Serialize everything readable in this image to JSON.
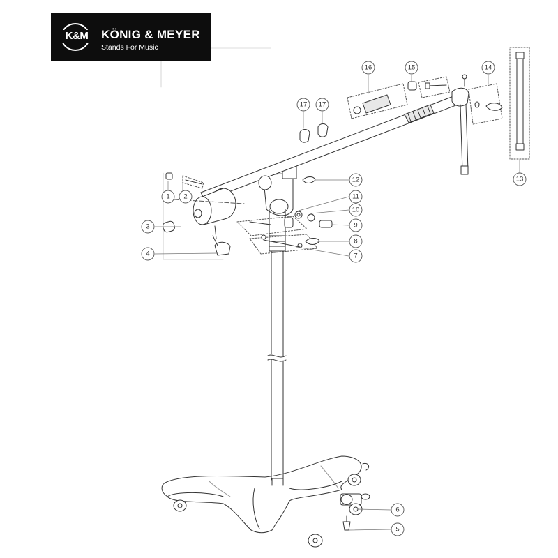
{
  "logo": {
    "mark": "K&M",
    "brand": "KÖNIG & MEYER",
    "tagline": "Stands For Music"
  },
  "callouts": [
    {
      "label": "1"
    },
    {
      "label": "2"
    },
    {
      "label": "3"
    },
    {
      "label": "4"
    },
    {
      "label": "5"
    },
    {
      "label": "6"
    },
    {
      "label": "7"
    },
    {
      "label": "8"
    },
    {
      "label": "9"
    },
    {
      "label": "10"
    },
    {
      "label": "11"
    },
    {
      "label": "12"
    },
    {
      "label": "13"
    },
    {
      "label": "14"
    },
    {
      "label": "15"
    },
    {
      "label": "16"
    },
    {
      "label": "17"
    },
    {
      "label": "17"
    }
  ],
  "colors": {
    "line": "#333333",
    "logo_bg": "#0d0d0d"
  }
}
